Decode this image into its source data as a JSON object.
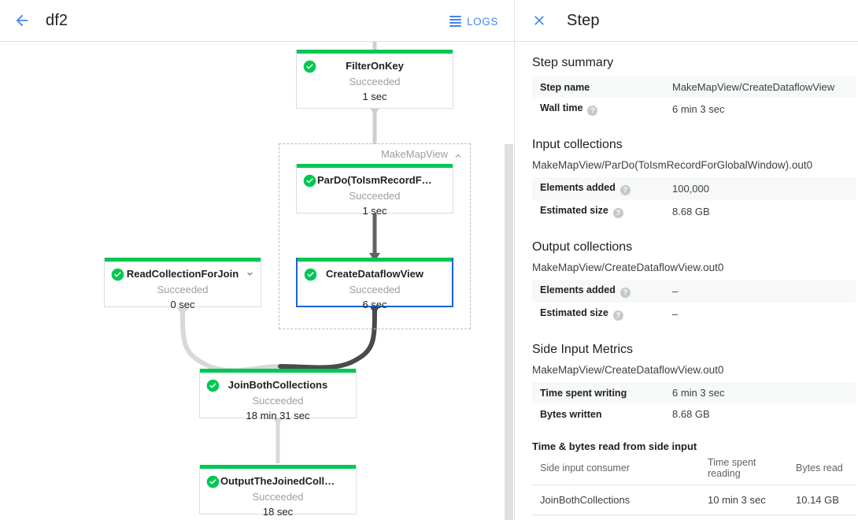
{
  "header": {
    "back_icon": "arrow-back-icon",
    "job_name": "df2",
    "logs_label": "LOGS",
    "logs_icon": "logs-list-icon",
    "accent_color": "#4285f4"
  },
  "graph": {
    "status_color": "#00c853",
    "selected_border_color": "#1a64d4",
    "group": {
      "label": "MakeMapView",
      "collapse_icon": "chevron-up-icon"
    },
    "nodes": [
      {
        "id": "filter-on-key",
        "name": "FilterOnKey",
        "status": "Succeeded",
        "time": "1 sec",
        "status_icon": "check-circle-icon",
        "selected": false,
        "expandable": false
      },
      {
        "id": "pardo-toismrecord",
        "name": "ParDo(ToIsmRecordFor…",
        "status": "Succeeded",
        "time": "1 sec",
        "status_icon": "check-circle-icon",
        "selected": false,
        "expandable": false
      },
      {
        "id": "create-dataflow-view",
        "name": "CreateDataflowView",
        "status": "Succeeded",
        "time": "6 sec",
        "status_icon": "check-circle-icon",
        "selected": true,
        "expandable": false
      },
      {
        "id": "read-collection-for-join",
        "name": "ReadCollectionForJoin",
        "status": "Succeeded",
        "time": "0 sec",
        "status_icon": "check-circle-icon",
        "selected": false,
        "expandable": true,
        "expand_icon": "chevron-down-icon"
      },
      {
        "id": "join-both-collections",
        "name": "JoinBothCollections",
        "status": "Succeeded",
        "time": "18 min 31 sec",
        "status_icon": "check-circle-icon",
        "selected": false,
        "expandable": false
      },
      {
        "id": "output-the-joined-collection",
        "name": "OutputTheJoinedCollec…",
        "status": "Succeeded",
        "time": "18 sec",
        "status_icon": "check-circle-icon",
        "selected": false,
        "expandable": false
      }
    ]
  },
  "details": {
    "close_icon": "close-icon",
    "title": "Step",
    "step_summary": {
      "heading": "Step summary",
      "rows": [
        {
          "key": "Step name",
          "value": "MakeMapView/CreateDataflowView",
          "help": false
        },
        {
          "key": "Wall time",
          "value": "6 min 3 sec",
          "help": true
        }
      ]
    },
    "input_collections": {
      "heading": "Input collections",
      "collection": "MakeMapView/ParDo(ToIsmRecordForGlobalWindow).out0",
      "rows": [
        {
          "key": "Elements added",
          "value": "100,000",
          "help": true
        },
        {
          "key": "Estimated size",
          "value": "8.68 GB",
          "help": true
        }
      ]
    },
    "output_collections": {
      "heading": "Output collections",
      "collection": "MakeMapView/CreateDataflowView.out0",
      "rows": [
        {
          "key": "Elements added",
          "value": "–",
          "help": true
        },
        {
          "key": "Estimated size",
          "value": "–",
          "help": true
        }
      ]
    },
    "side_input_metrics": {
      "heading": "Side Input Metrics",
      "collection": "MakeMapView/CreateDataflowView.out0",
      "rows": [
        {
          "key": "Time spent writing",
          "value": "6 min 3 sec",
          "help": false
        },
        {
          "key": "Bytes written",
          "value": "8.68 GB",
          "help": false
        }
      ],
      "table_title": "Time & bytes read from side input",
      "columns": [
        "Side input consumer",
        "Time spent reading",
        "Bytes read"
      ],
      "rows_table": [
        [
          "JoinBothCollections",
          "10 min 3 sec",
          "10.14 GB"
        ]
      ]
    }
  }
}
